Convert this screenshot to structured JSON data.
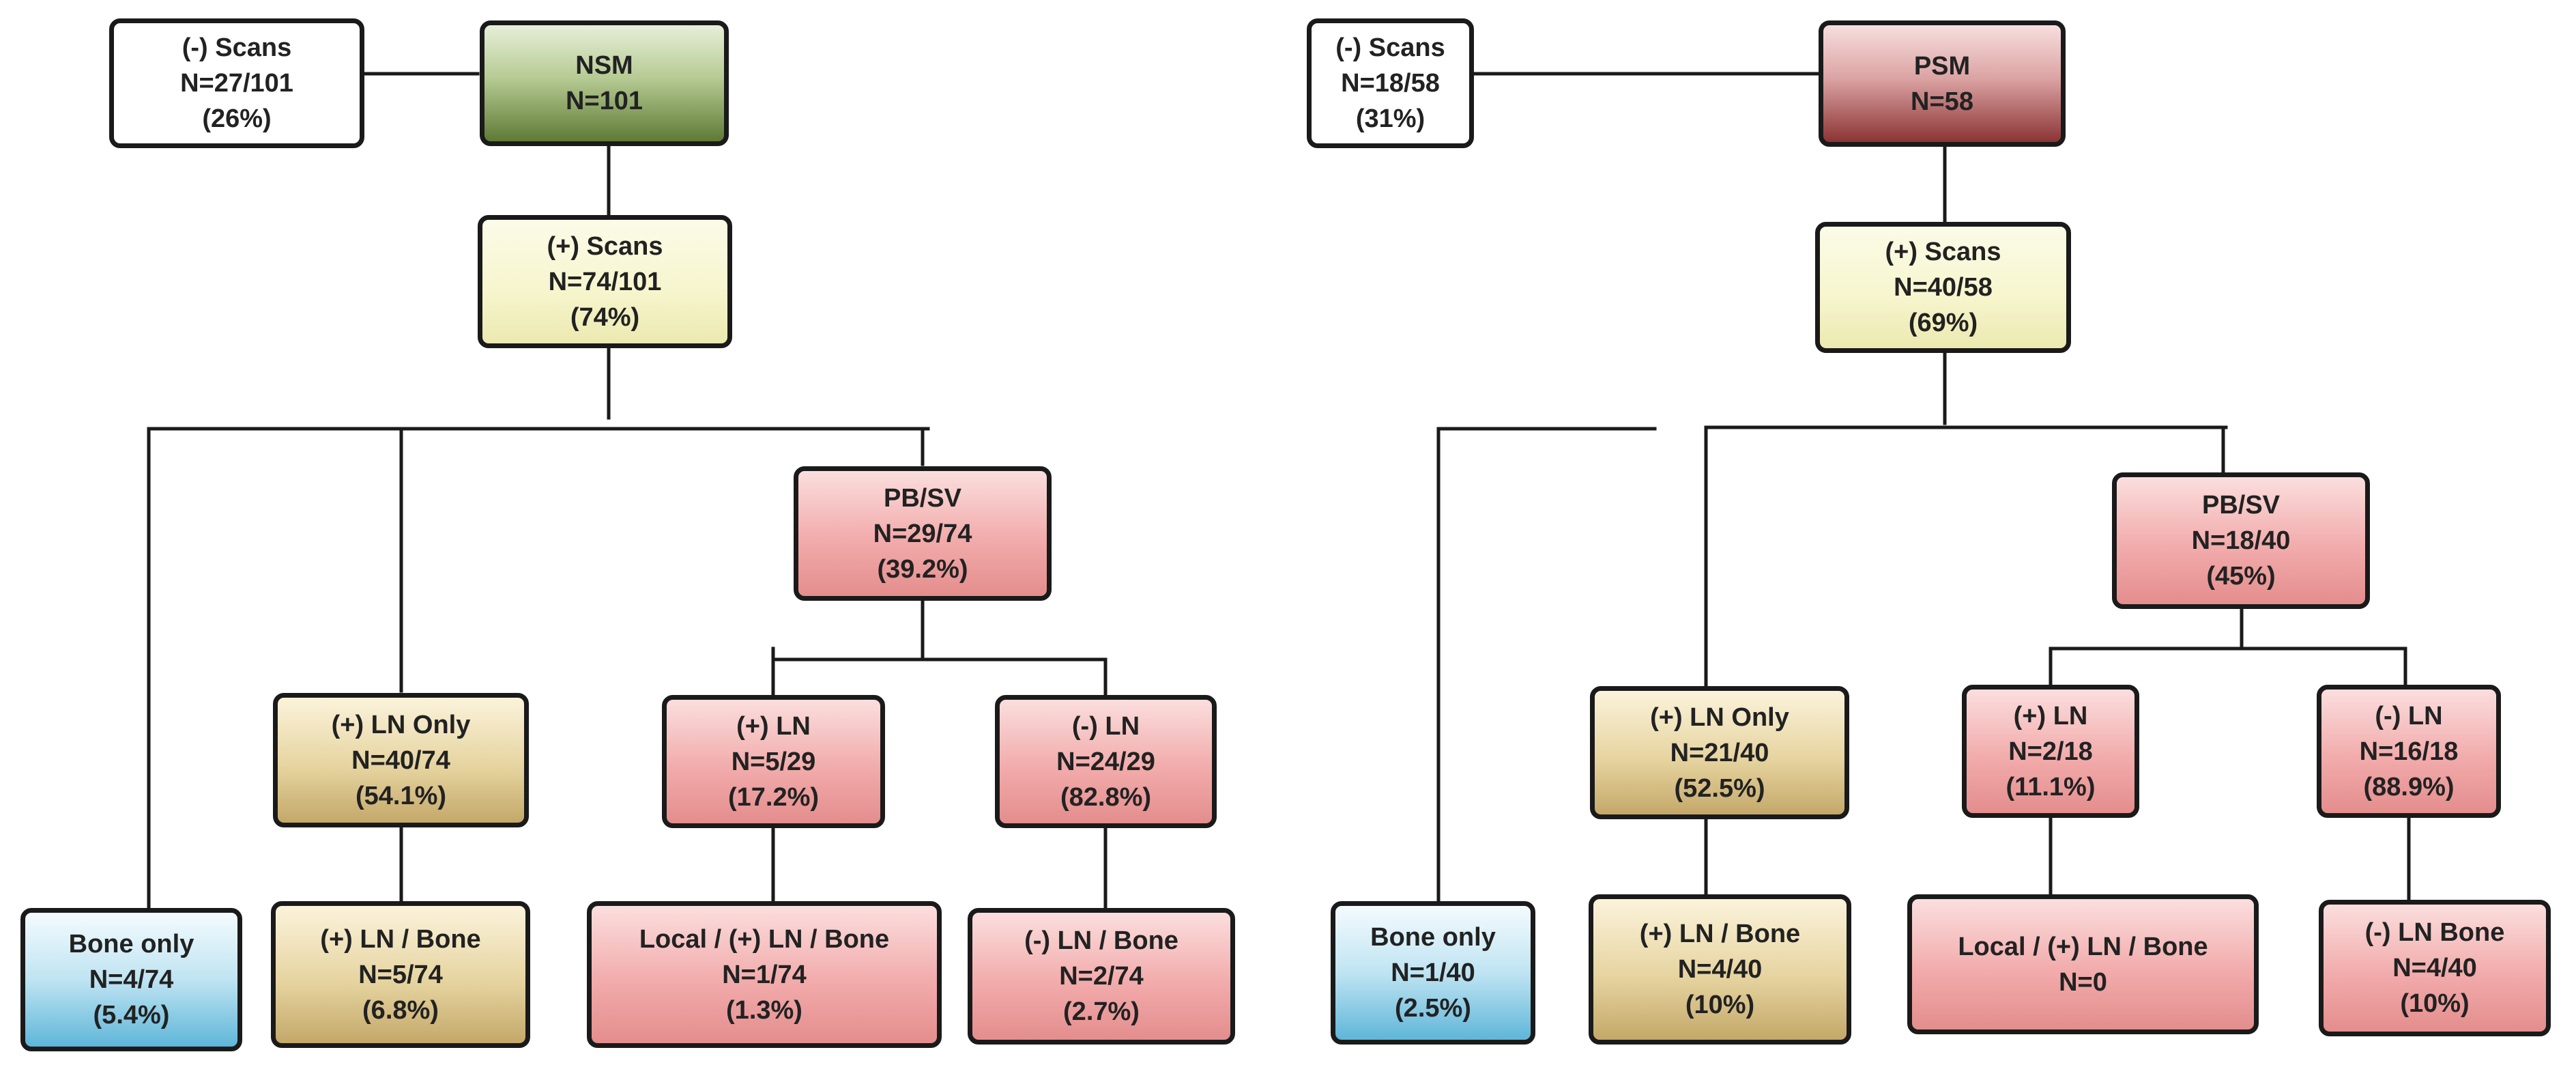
{
  "left_tree": {
    "neg_scans": {
      "title": "(-) Scans",
      "n": "N=27/101",
      "pct": "(26%)"
    },
    "root": {
      "title": "NSM",
      "n": "N=101"
    },
    "pos_scans": {
      "title": "(+) Scans",
      "n": "N=74/101",
      "pct": "(74%)"
    },
    "pbsv": {
      "title": "PB/SV",
      "n": "N=29/74",
      "pct": "(39.2%)"
    },
    "ln_only": {
      "title": "(+) LN Only",
      "n": "N=40/74",
      "pct": "(54.1%)"
    },
    "pos_ln": {
      "title": "(+) LN",
      "n": "N=5/29",
      "pct": "(17.2%)"
    },
    "neg_ln": {
      "title": "(-) LN",
      "n": "N=24/29",
      "pct": "(82.8%)"
    },
    "bone_only": {
      "title": "Bone only",
      "n": "N=4/74",
      "pct": "(5.4%)"
    },
    "ln_bone": {
      "title": "(+) LN / Bone",
      "n": "N=5/74",
      "pct": "(6.8%)"
    },
    "local_ln_bone": {
      "title": "Local / (+) LN / Bone",
      "n": "N=1/74",
      "pct": "(1.3%)"
    },
    "neg_ln_bone": {
      "title": "(-) LN / Bone",
      "n": "N=2/74",
      "pct": "(2.7%)"
    }
  },
  "right_tree": {
    "neg_scans": {
      "title": "(-) Scans",
      "n": "N=18/58",
      "pct": "(31%)"
    },
    "root": {
      "title": "PSM",
      "n": "N=58"
    },
    "pos_scans": {
      "title": "(+) Scans",
      "n": "N=40/58",
      "pct": "(69%)"
    },
    "pbsv": {
      "title": "PB/SV",
      "n": "N=18/40",
      "pct": "(45%)"
    },
    "ln_only": {
      "title": "(+) LN Only",
      "n": "N=21/40",
      "pct": "(52.5%)"
    },
    "pos_ln": {
      "title": "(+) LN",
      "n": "N=2/18",
      "pct": "(11.1%)"
    },
    "neg_ln": {
      "title": "(-) LN",
      "n": "N=16/18",
      "pct": "(88.9%)"
    },
    "bone_only": {
      "title": "Bone only",
      "n": "N=1/40",
      "pct": "(2.5%)"
    },
    "ln_bone": {
      "title": "(+) LN / Bone",
      "n": "N=4/40",
      "pct": "(10%)"
    },
    "local_ln_bone": {
      "title": "Local / (+) LN / Bone",
      "n": "N=0"
    },
    "neg_ln_bone": {
      "title": "(-) LN Bone",
      "n": "N=4/40",
      "pct": "(10%)"
    }
  },
  "colors": {
    "line": "#1a1a1a",
    "green_root": "#5f7a35",
    "maroon_root": "#8c3434",
    "scans_yellow": "#f7f6cf",
    "ln_only_tan": "#c4a869",
    "pbsv_pink": "#e48d8d",
    "bone_blue": "#5fb6d9"
  }
}
